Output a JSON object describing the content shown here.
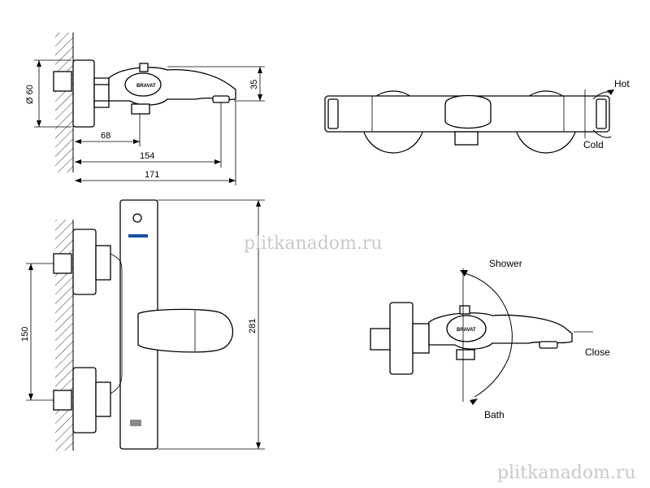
{
  "dimensions": {
    "diameter": "Ø 60",
    "height_spout": "35",
    "len_68": "68",
    "len_154": "154",
    "len_171": "171",
    "centers_150": "150",
    "height_281": "281"
  },
  "labels": {
    "hot": "Hot",
    "cold": "Cold",
    "shower": "Shower",
    "bath": "Bath",
    "close": "Close",
    "brand": "BRAVAT"
  },
  "watermarks": {
    "center": "plitkanadom.ru",
    "corner": "plitkanadom.ru"
  }
}
